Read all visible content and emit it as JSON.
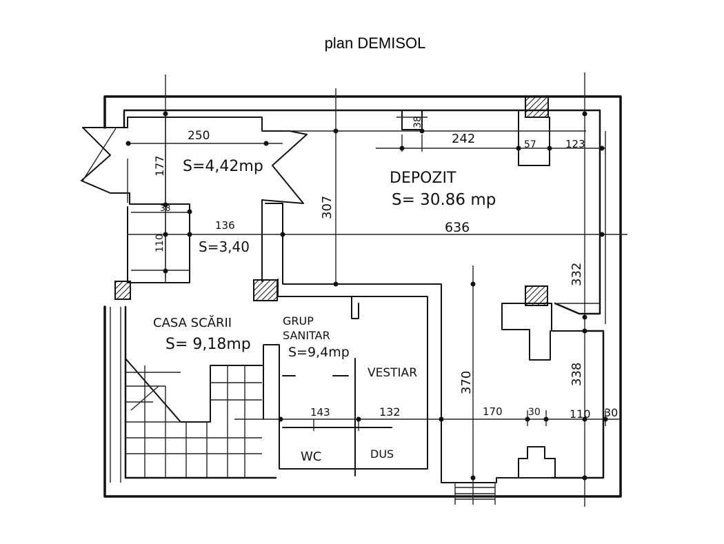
{
  "title": "plan DEMISOL",
  "rooms": {
    "hall_area": "S=4,42mp",
    "closet_area": "S=3,40",
    "storage_name": "DEPOZIT",
    "storage_area": "S= 30.86 mp",
    "stair_name": "CASA SCĂRII",
    "stair_area": "S= 9,18mp",
    "sanitary_name_1": "GRUP",
    "sanitary_name_2": "SANITAR",
    "sanitary_area": "S=9,4mp",
    "locker_name": "VESTIAR",
    "wc_name": "WC",
    "shower_name": "DUS"
  },
  "dimensions": {
    "d250": "250",
    "d177": "177",
    "d38a": "38",
    "d38b": "38",
    "d136": "136",
    "d110a": "110",
    "d307": "307",
    "d242": "242",
    "d57": "57",
    "d123": "123",
    "d636": "636",
    "d332": "332",
    "d370": "370",
    "d338": "338",
    "d143": "143",
    "d132": "132",
    "d170": "170",
    "d30a": "30",
    "d110b": "110",
    "d30b": "30"
  }
}
